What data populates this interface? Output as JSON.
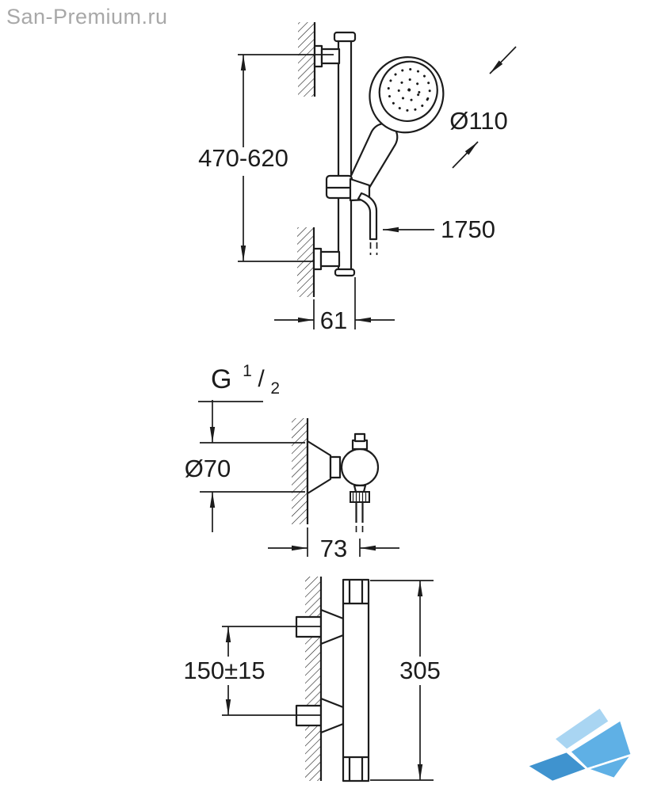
{
  "watermark": {
    "text": "San-Premium.ru",
    "color": "#a8a8a8"
  },
  "colors": {
    "line": "#1c1c1c",
    "background": "#ffffff",
    "logo_light": "#a9d5f2",
    "logo_main": "#5fb0e5",
    "logo_dark": "#3f93cf"
  },
  "views": {
    "shower_rail": {
      "dims": {
        "height_range": "470-620",
        "head_diameter": "Ø110",
        "hose_length": "1750",
        "wall_offset": "61"
      }
    },
    "mixer_side": {
      "thread": {
        "letter": "G",
        "numerator": "1",
        "slash": "/",
        "denominator": "2"
      },
      "dims": {
        "escutcheon_diameter": "Ø70",
        "wall_offset": "73"
      }
    },
    "mixer_front": {
      "dims": {
        "connection_distance": "150±15",
        "overall_width": "305"
      }
    }
  }
}
